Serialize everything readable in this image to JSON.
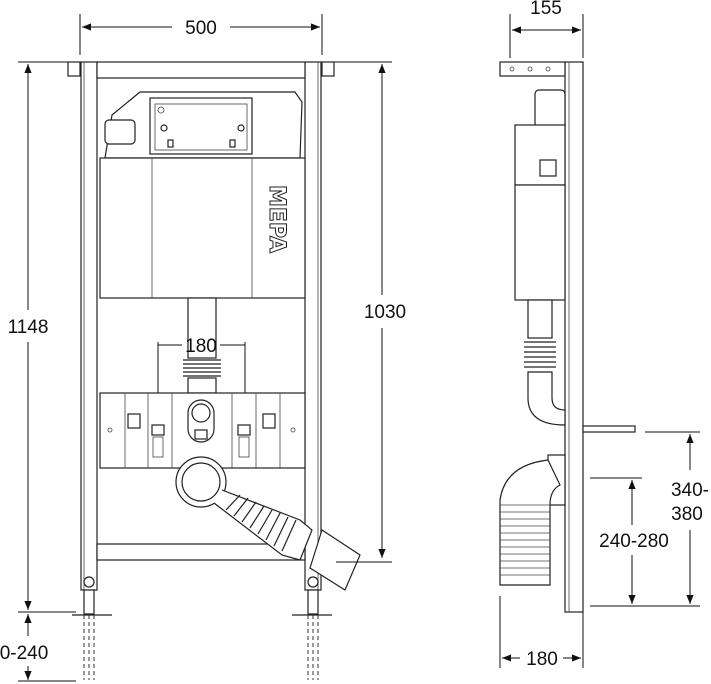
{
  "front_view": {
    "width_label": "500",
    "height_total_label": "1148",
    "height_frame_label": "1030",
    "supply_spacing_label": "180",
    "foot_adjust_label": "0-240",
    "brand_logo": "MEPA"
  },
  "side_view": {
    "depth_label": "155",
    "outlet_height_label": "340-\n380",
    "outlet_height_line1": "340-",
    "outlet_height_line2": "380",
    "drain_height_label": "240-280",
    "base_depth_label": "180"
  }
}
